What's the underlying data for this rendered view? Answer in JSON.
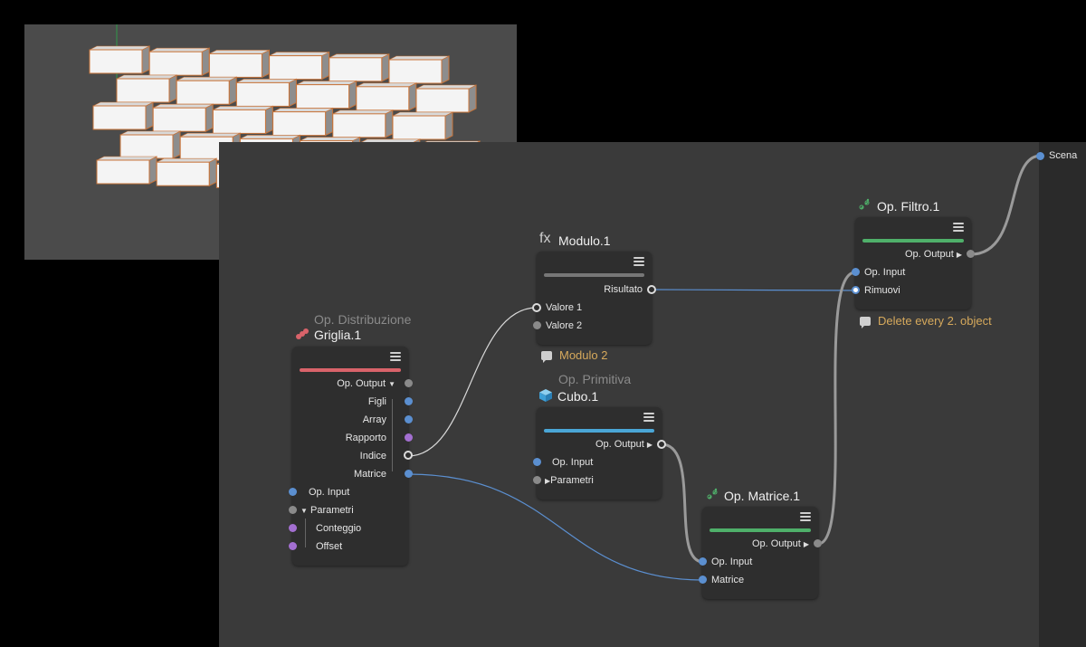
{
  "viewport": {
    "label": "3D viewport preview"
  },
  "nodes": {
    "griglia": {
      "category": "Op. Distribuzione",
      "title": "Griglia.1",
      "bar_color": "#d9636a",
      "outputs": [
        "Op. Output",
        "Figli",
        "Array",
        "Rapporto",
        "Indice",
        "Matrice"
      ],
      "inputs": [
        "Op. Input",
        "Parametri",
        "Conteggio",
        "Offset"
      ]
    },
    "modulo": {
      "title": "Modulo.1",
      "icon_glyph": "fx",
      "bar_color": "#777777",
      "outputs": [
        "Risultato"
      ],
      "inputs": [
        "Valore 1",
        "Valore 2"
      ],
      "note": "Modulo 2"
    },
    "cubo": {
      "category": "Op. Primitiva",
      "title": "Cubo.1",
      "bar_color": "#4aa6d6",
      "outputs": [
        "Op. Output"
      ],
      "inputs": [
        "Op. Input",
        "Parametri"
      ]
    },
    "matrice": {
      "title": "Op. Matrice.1",
      "bar_color": "#4fb06a",
      "outputs": [
        "Op. Output"
      ],
      "inputs": [
        "Op. Input",
        "Matrice"
      ]
    },
    "filtro": {
      "title": "Op. Filtro.1",
      "bar_color": "#4fb06a",
      "outputs": [
        "Op. Output"
      ],
      "inputs": [
        "Op. Input",
        "Rimuovi"
      ],
      "note": "Delete every 2. object"
    }
  },
  "scene": {
    "label": "Scena"
  },
  "colors": {
    "wire_gray": "#9a9a9a",
    "wire_blue": "#5b8fd0",
    "wire_white": "#d8d8d8",
    "note_text": "#d6a95c"
  }
}
